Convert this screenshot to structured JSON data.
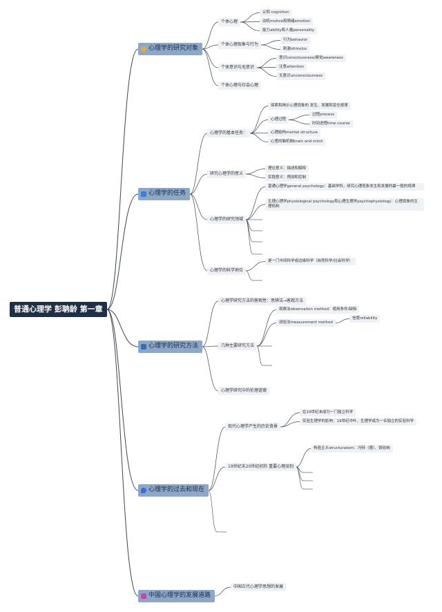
{
  "root": {
    "label": "普通心理学 彭聃龄 第一章"
  },
  "colors": {
    "line": "#3a4452",
    "root_bg": "#1f2f45",
    "main_bg": "#8ea6c8",
    "sub_bg": "#eef1f5"
  },
  "branches": [
    {
      "label": "心理学的研究对象",
      "icon": "sun-icon",
      "icon_color": "#e8a83a",
      "children": [
        {
          "label": "个体心理",
          "children": [
            {
              "label": "认知 cognition"
            },
            {
              "label": "动机motive和情绪emotion"
            },
            {
              "label": "能力ability和人格personality"
            }
          ]
        },
        {
          "label": "个体心理现象与行为",
          "children": [
            {
              "label": "行为behavior"
            },
            {
              "label": "刺激stimulus"
            }
          ]
        },
        {
          "label": "个体意识与无意识",
          "children": [
            {
              "label": "意识consciousness/察觉awareness"
            },
            {
              "label": "注意attention"
            },
            {
              "label": "无意识unconsciousness"
            }
          ]
        },
        {
          "label": "个体心理与社会心理",
          "children": []
        }
      ]
    },
    {
      "label": "心理学的任务",
      "icon": "bolt-icon",
      "icon_color": "#3a7fd6",
      "children": [
        {
          "label": "心理学的基本任务：",
          "children": [
            {
              "label": "探索和揭示心理现象的 发生、发展和变化规律"
            },
            {
              "label": "心理过程",
              "children": [
                {
                  "label": "过程process"
                },
                {
                  "label": "时间进程time course"
                }
              ]
            },
            {
              "label": "心理结构mental structure"
            },
            {
              "label": "心里的脑机制brain and mind"
            }
          ]
        },
        {
          "label": "研究心理学的意义",
          "children": [
            {
              "label": "理论意义：描述和解释"
            },
            {
              "label": "实践意义：预测和控制"
            }
          ]
        },
        {
          "label": "心理学的研究领域",
          "children": [
            {
              "label": "普通心理学general psychology：基础学科，研究心理现象发生和发展的最一般的规律"
            },
            {
              "label": "生理心理学physiological psychology和心理生理学psychophysiology：心理现象的生理机制"
            }
          ]
        },
        {
          "label": "心理学的科学地位",
          "children": [
            {
              "label": "是一门中间科学或边缘科学（自然科学/社会科学）"
            }
          ]
        }
      ]
    },
    {
      "label": "心理学的研究方法",
      "icon": "book-icon",
      "icon_color": "#2f6fb8",
      "children": [
        {
          "label": "心理学研究方法的客观性：思辨法→客观方法",
          "children": []
        },
        {
          "label": "几种主要研究方法",
          "children": [
            {
              "label": "观察法observation method：使用条件/缺陷"
            },
            {
              "label": "测验法measurement method",
              "children": [
                {
                  "label": "信度reliability"
                }
              ]
            }
          ]
        },
        {
          "label": "心理学研究中的伦理道德",
          "children": []
        }
      ]
    },
    {
      "label": "心理学的过去和现在",
      "icon": "flame-icon",
      "icon_color": "#3a6fd0",
      "children": [
        {
          "label": "现代心理学产生的历史背景",
          "children": [
            {
              "label": "在19世纪末成为一门独立科学"
            },
            {
              "label": "实验生理学的影响：19世纪中叶，生理学成为一名独立的实验科学"
            }
          ]
        },
        {
          "label": "19世纪末20世纪初的 重要心理派别",
          "children": [
            {
              "label": "构造主义structuralism：冯特（德）、铁钦纳"
            }
          ]
        }
      ]
    },
    {
      "label": "中国心理学的发展道路",
      "icon": "home-icon",
      "icon_color": "#c04aa8",
      "children": [
        {
          "label": "中国古代心理学思想的发展",
          "children": []
        }
      ]
    }
  ]
}
